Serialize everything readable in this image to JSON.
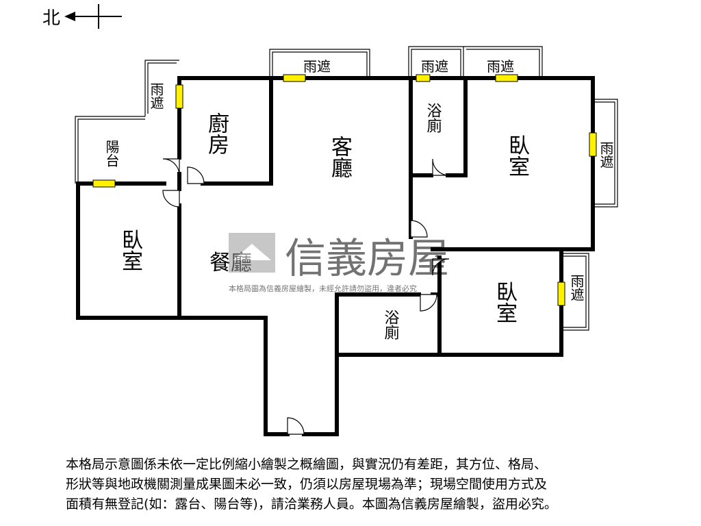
{
  "compass": {
    "north_label": "北"
  },
  "rooms": {
    "canopy": "雨遮",
    "balcony": "陽台",
    "kitchen": "廚房",
    "living_room": "客廳",
    "dining_room": "餐廳",
    "bathroom": "浴廁",
    "bedroom": "臥室"
  },
  "watermark": {
    "brand": "信義房屋",
    "notice": "本格局圖為信義房屋繪製，未經允許請勿盜用，違者必究"
  },
  "disclaimer": [
    "本格局示意圖係未依一定比例縮小繪製之概繪圖，與實況仍有差距，其方位、格局、",
    "形狀等與地政機關測量成果圖未必一致，仍須以房屋現場為準；現場空間使用方式及",
    "面積有無登記(如：露台、陽台等)，請洽業務人員。本圖為信義房屋繪製，盜用必究。"
  ],
  "colors": {
    "wall": "#000000",
    "window": "#fff100",
    "watermark": "#9a9a9a"
  }
}
